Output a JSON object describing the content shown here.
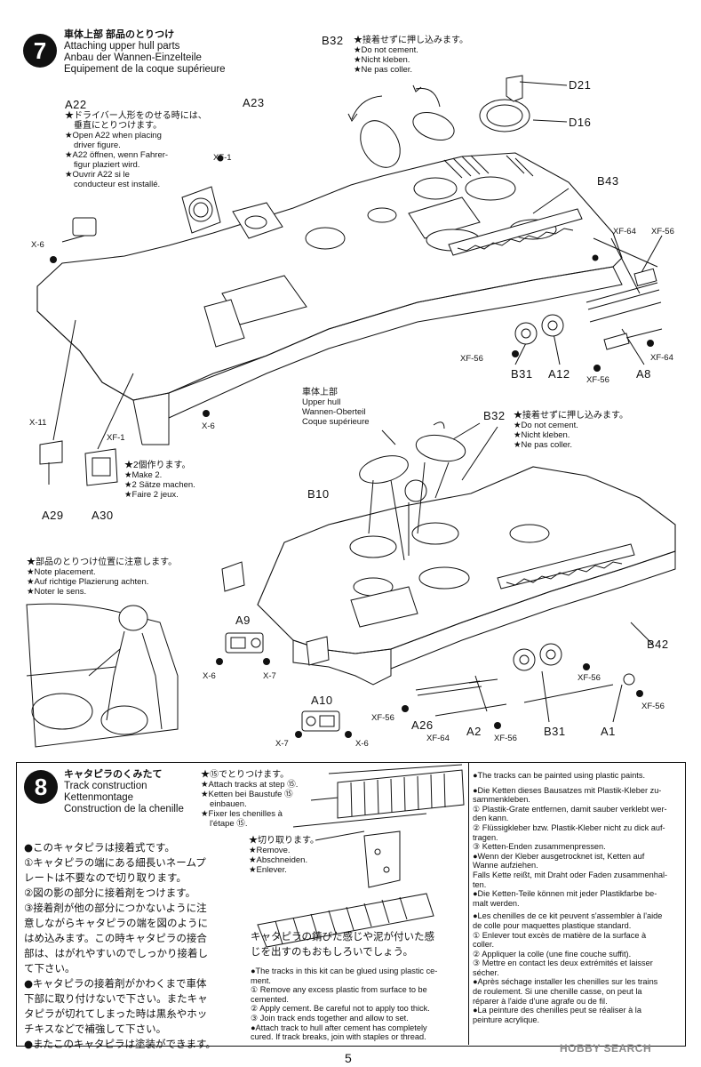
{
  "step7": {
    "number": "7",
    "title_jp": "車体上部 部品のとりつけ",
    "title_en": "Attaching upper hull parts",
    "title_de": "Anbau der Wannen-Einzelteile",
    "title_fr": "Equipement de la coque supérieure"
  },
  "a22": {
    "label": "A22",
    "jp1": "★ドライバー人形をのせる時には、",
    "jp2": "垂直にとりつけます。",
    "en1": "★Open A22 when placing",
    "en2": "driver figure.",
    "de1": "★A22 öffnen, wenn Fahrer-",
    "de2": "figur plaziert wird.",
    "fr1": "★Ouvrir A22 si le",
    "fr2": "conducteur est installé."
  },
  "no_cement": {
    "b32": "B32",
    "jp": "★接着せずに押し込みます。",
    "en": "★Do not cement.",
    "de": "★Nicht kleben.",
    "fr": "★Ne pas coller."
  },
  "upper_hull": {
    "jp": "車体上部",
    "en": "Upper hull",
    "de": "Wannen-Oberteil",
    "fr": "Coque supérieure"
  },
  "make2": {
    "jp": "★2個作ります。",
    "en": "★Make 2.",
    "de": "★2 Sätze machen.",
    "fr": "★Faire 2 jeux."
  },
  "placement": {
    "jp": "★部品のとりつけ位置に注意します。",
    "en": "★Note placement.",
    "de": "★Auf richtige Plazierung achten.",
    "fr": "★Noter le sens."
  },
  "parts": {
    "A23": "A23",
    "XF1": "XF-1",
    "X6": "X-6",
    "D21": "D21",
    "D16": "D16",
    "B43": "B43",
    "XF64": "XF-64",
    "XF56": "XF-56",
    "B31": "B31",
    "A12": "A12",
    "A8": "A8",
    "X11": "X-11",
    "A29": "A29",
    "A30": "A30",
    "B10": "B10",
    "A9": "A9",
    "X7": "X-7",
    "A10": "A10",
    "A26": "A26",
    "A2": "A2",
    "A1": "A1",
    "B42": "B42"
  },
  "step8": {
    "number": "8",
    "title_jp": "キャタピラのくみたて",
    "title_en": "Track construction",
    "title_de": "Kettenmontage",
    "title_fr": "Construction de la chenille",
    "attach_jp": "★⑮でとりつけます。",
    "attach_en": "★Attach tracks at step ⑮.",
    "attach_de1": "★Ketten bei Baustufe ⑮",
    "attach_de2": "einbauen.",
    "attach_fr1": "★Fixer les chenilles à",
    "attach_fr2": "l'étape ⑮.",
    "cut_jp": "★切り取ります。",
    "cut_en": "★Remove.",
    "cut_de": "★Abschneiden.",
    "cut_fr": "★Enlever.",
    "rust_jp1": "キャタピラの錆びた感じや泥が付いた感",
    "rust_jp2": "じを出すのもおもしろいでしょう。"
  },
  "jp_body": [
    "●このキャタピラは接着式です。",
    "①キャタピラの端にある細長いネームプ",
    "レートは不要なので切り取ります。",
    "②図の影の部分に接着剤をつけます。",
    "③接着剤が他の部分につかないように注",
    "意しながらキャタピラの端を図のように",
    "はめ込みます。この時キャタピラの接合",
    "部は、はがれやすいのでしっかり接着し",
    "て下さい。",
    "●キャタピラの接着剤がかわくまで車体",
    "下部に取り付けないで下さい。またキャ",
    "タピラが切れてしまった時は黒糸やホッ",
    "チキスなどで補強して下さい。",
    "●またこのキャタピラは塗装ができます。"
  ],
  "en_body": [
    "●The tracks in this kit can be glued using plastic ce-",
    "ment.",
    "① Remove any excess plastic from surface to be",
    "cemented.",
    "② Apply cement. Be careful not to apply too thick.",
    "③ Join track ends together and allow to set.",
    "●Attach track to hull after cement has completely",
    "cured. If track breaks, join with staples or thread."
  ],
  "right_body": [
    "●The tracks can be painted using plastic paints.",
    "",
    "●Die Ketten dieses Bausatzes mit Plastik-Kleber zu-",
    "sammenkleben.",
    "① Plastik-Grate entfernen, damit sauber verklebt wer-",
    "den kann.",
    "② Flüssigkleber bzw. Plastik-Kleber nicht zu dick auf-",
    "tragen.",
    "③ Ketten-Enden zusammenpressen.",
    "●Wenn der Kleber ausgetrocknet ist, Ketten auf",
    "Wanne aufziehen.",
    "Falls Kette reißt, mit Draht oder Faden zusammenhal-",
    "ten.",
    "●Die Ketten-Teile können mit jeder Plastikfarbe be-",
    "malt werden.",
    "",
    "●Les chenilles de ce kit peuvent s'assembler à l'aide",
    "de colle pour maquettes plastique standard.",
    "① Enlever tout excès de matière de la surface à",
    "coller.",
    "② Appliquer la colle (une fine couche suffit).",
    "③ Mettre en contact les deux extrémités et laisser",
    "sécher.",
    "●Après séchage installer les chenilles sur les trains",
    "de roulement. Si une chenille casse, on peut la",
    "réparer à l'aide d'une agrafe ou de fil.",
    "●La peinture des chenilles peut se réaliser à la",
    "peinture acrylique."
  ],
  "page_number": "5",
  "watermark": "HOBBY SEARCH"
}
